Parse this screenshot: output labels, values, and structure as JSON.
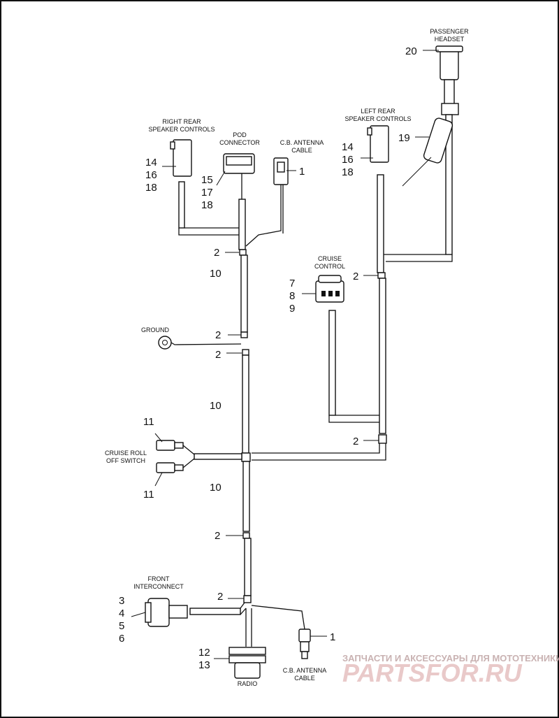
{
  "labels": {
    "passenger_headset": [
      "PASSENGER",
      "HEADSET"
    ],
    "right_rear_speaker": [
      "RIGHT REAR",
      "SPEAKER CONTROLS"
    ],
    "pod_connector": [
      "POD",
      "CONNECTOR"
    ],
    "cb_antenna_cable_top": [
      "C.B. ANTENNA",
      "CABLE"
    ],
    "left_rear_speaker": [
      "LEFT REAR",
      "SPEAKER CONTROLS"
    ],
    "cruise_control": [
      "CRUISE",
      "CONTROL"
    ],
    "ground": "GROUND",
    "cruise_roll_off_switch": [
      "CRUISE ROLL",
      "OFF SWITCH"
    ],
    "front_interconnect": [
      "FRONT",
      "INTERCONNECT"
    ],
    "radio": "RADIO",
    "cb_antenna_cable_bottom": [
      "C.B. ANTENNA",
      "CABLE"
    ]
  },
  "callouts": {
    "n20": "20",
    "n19": "19",
    "rr_14": "14",
    "rr_16": "16",
    "rr_18": "18",
    "pod_15": "15",
    "pod_17": "17",
    "pod_18": "18",
    "cb_top_1": "1",
    "lr_14": "14",
    "lr_16": "16",
    "lr_18": "18",
    "cc_7": "7",
    "cc_8": "8",
    "cc_9": "9",
    "c2_a": "2",
    "c10_a": "10",
    "c2_b": "2",
    "c2_c": "2",
    "c10_b": "10",
    "c2_right_top": "2",
    "c2_right_mid": "2",
    "c11_top": "11",
    "c11_bottom": "11",
    "c10_c": "10",
    "c2_d": "2",
    "c2_e": "2",
    "fi_3": "3",
    "fi_4": "4",
    "fi_5": "5",
    "fi_6": "6",
    "radio_12": "12",
    "radio_13": "13",
    "cb_bottom_1": "1"
  },
  "watermark": {
    "line1": "ЗАПЧАСТИ И АКСЕССУАРЫ ДЛЯ МОТОТЕХНИКИ",
    "line2": "PARTSFOR.RU"
  }
}
